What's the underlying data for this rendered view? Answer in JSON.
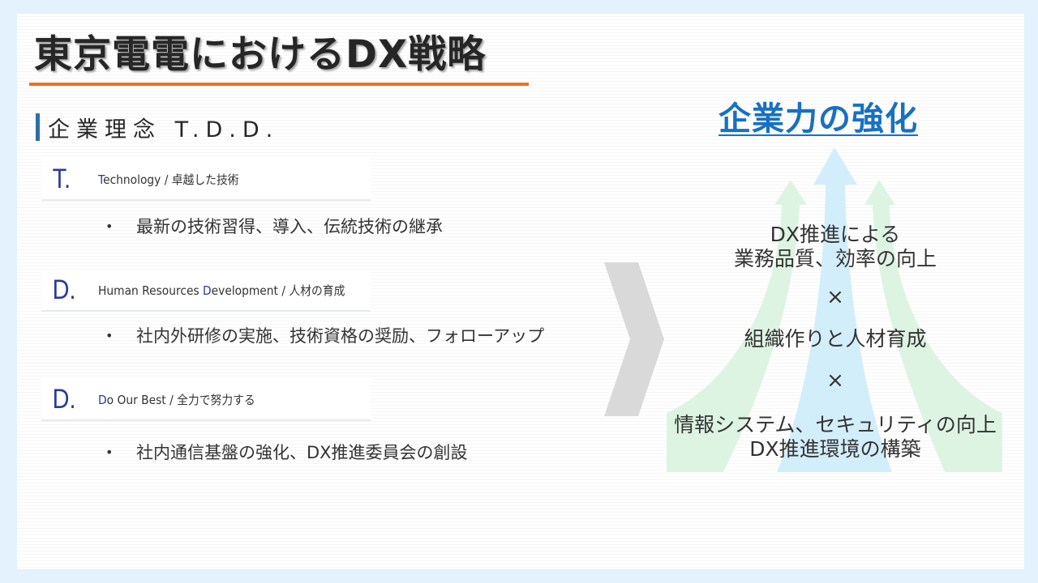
{
  "slide": {
    "title": "東京電電におけるDX戦略",
    "section_heading": "企業理念 T.D.D.",
    "colors": {
      "background": "#e3f2fc",
      "title_underline": "#e8731f",
      "accent_bar": "#2e6ea8",
      "letter_blue": "#2a3a9c",
      "right_title": "#1870c2",
      "arrow_blue": "#d3eefb",
      "arrow_green": "#def4e3",
      "chevron_gray": "#d9d9d9"
    }
  },
  "principles": [
    {
      "letter": "T.",
      "label_highlight": "T",
      "label_rest": "echnology",
      "label_prefix": "",
      "label_suffix": " / 卓越した技術",
      "bullet": "最新の技術習得、導入、伝統技術の継承"
    },
    {
      "letter": "D.",
      "label_prefix": "Human Resources ",
      "label_highlight": "D",
      "label_rest": "evelopment",
      "label_suffix": " / 人材の育成",
      "bullet": "社内外研修の実施、技術資格の奨励、フォローアップ"
    },
    {
      "letter": "D.",
      "label_prefix": "",
      "label_highlight": "D",
      "label_rest": "o Our Best",
      "label_suffix": " / 全力で努力する",
      "bullet": "社内通信基盤の強化、DX推進委員会の創設"
    }
  ],
  "bullet_glyph": "•",
  "right_panel": {
    "title": "企業力の強化",
    "item1_line1": "DX推進による",
    "item1_line2": "業務品質、効率の向上",
    "times1": "×",
    "item2": "組織作りと人材育成",
    "times2": "×",
    "item3_line1": "情報システム、セキュリティの向上",
    "item3_line2": "DX推進環境の構築"
  }
}
